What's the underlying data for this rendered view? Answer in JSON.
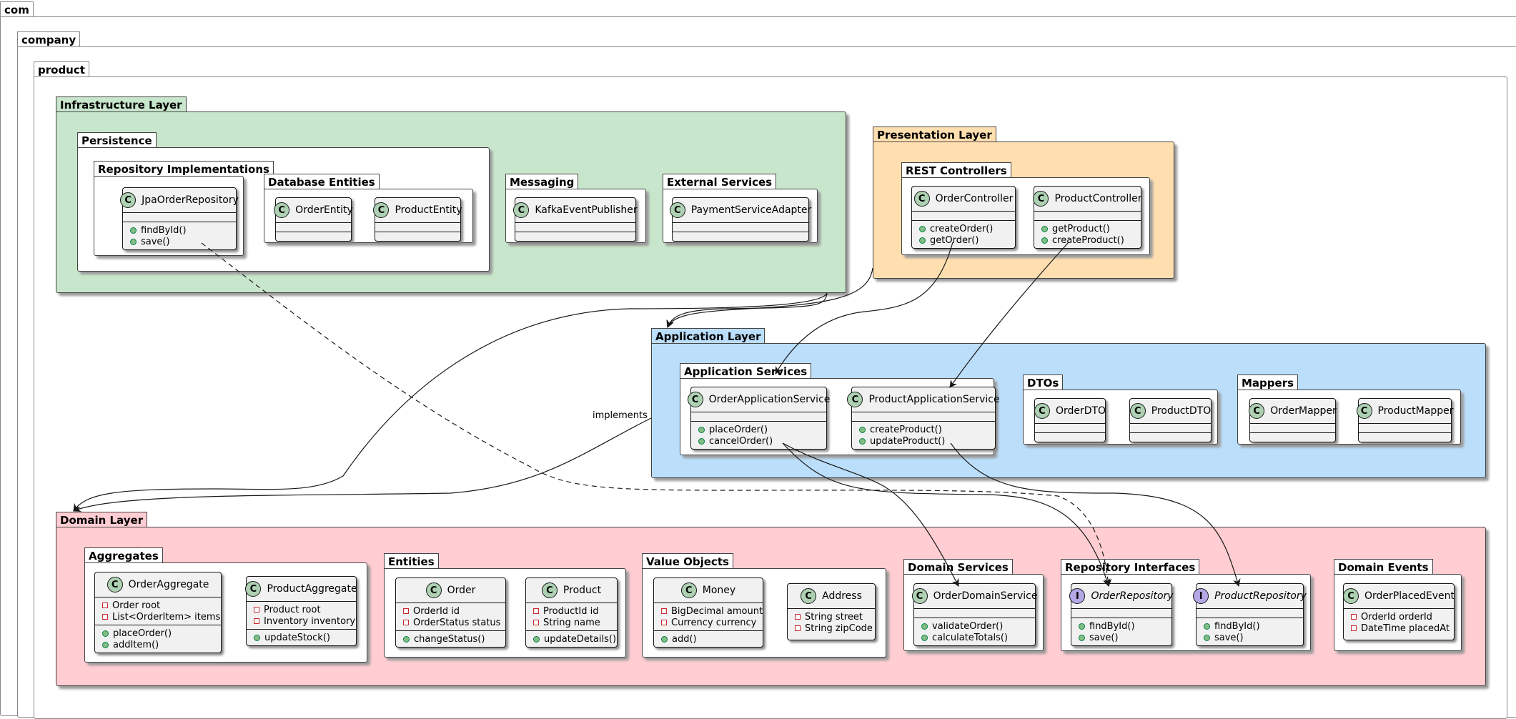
{
  "packages": {
    "com": "com",
    "company": "company",
    "product": "product",
    "infrastructure": "Infrastructure Layer",
    "persistence": "Persistence",
    "repo_impls": "Repository Implementations",
    "db_entities": "Database Entities",
    "messaging": "Messaging",
    "external_services": "External Services",
    "presentation": "Presentation Layer",
    "rest_controllers": "REST Controllers",
    "application": "Application Layer",
    "app_services": "Application Services",
    "dtos": "DTOs",
    "mappers": "Mappers",
    "domain": "Domain Layer",
    "aggregates": "Aggregates",
    "entities": "Entities",
    "value_objects": "Value Objects",
    "domain_services": "Domain Services",
    "repo_interfaces": "Repository Interfaces",
    "domain_events": "Domain Events"
  },
  "classes": {
    "jpa_order_repository": {
      "name": "JpaOrderRepository",
      "type": "C",
      "fields": [],
      "methods": [
        "findById()",
        "save()"
      ]
    },
    "order_entity": {
      "name": "OrderEntity",
      "type": "C",
      "fields": [],
      "methods": []
    },
    "product_entity": {
      "name": "ProductEntity",
      "type": "C",
      "fields": [],
      "methods": []
    },
    "kafka_event_publisher": {
      "name": "KafkaEventPublisher",
      "type": "C",
      "fields": [],
      "methods": []
    },
    "payment_service_adapter": {
      "name": "PaymentServiceAdapter",
      "type": "C",
      "fields": [],
      "methods": []
    },
    "order_controller": {
      "name": "OrderController",
      "type": "C",
      "fields": [],
      "methods": [
        "createOrder()",
        "getOrder()"
      ]
    },
    "product_controller": {
      "name": "ProductController",
      "type": "C",
      "fields": [],
      "methods": [
        "getProduct()",
        "createProduct()"
      ]
    },
    "order_application_service": {
      "name": "OrderApplicationService",
      "type": "C",
      "fields": [],
      "methods": [
        "placeOrder()",
        "cancelOrder()"
      ]
    },
    "product_application_service": {
      "name": "ProductApplicationService",
      "type": "C",
      "fields": [],
      "methods": [
        "createProduct()",
        "updateProduct()"
      ]
    },
    "order_dto": {
      "name": "OrderDTO",
      "type": "C",
      "fields": [],
      "methods": []
    },
    "product_dto": {
      "name": "ProductDTO",
      "type": "C",
      "fields": [],
      "methods": []
    },
    "order_mapper": {
      "name": "OrderMapper",
      "type": "C",
      "fields": [],
      "methods": []
    },
    "product_mapper": {
      "name": "ProductMapper",
      "type": "C",
      "fields": [],
      "methods": []
    },
    "order_aggregate": {
      "name": "OrderAggregate",
      "type": "C",
      "fields": [
        "Order root",
        "List<OrderItem> items"
      ],
      "methods": [
        "placeOrder()",
        "addItem()"
      ]
    },
    "product_aggregate": {
      "name": "ProductAggregate",
      "type": "C",
      "fields": [
        "Product root",
        "Inventory inventory"
      ],
      "methods": [
        "updateStock()"
      ]
    },
    "order": {
      "name": "Order",
      "type": "C",
      "fields": [
        "OrderId id",
        "OrderStatus status"
      ],
      "methods": [
        "changeStatus()"
      ]
    },
    "product": {
      "name": "Product",
      "type": "C",
      "fields": [
        "ProductId id",
        "String name"
      ],
      "methods": [
        "updateDetails()"
      ]
    },
    "money": {
      "name": "Money",
      "type": "C",
      "fields": [
        "BigDecimal amount",
        "Currency currency"
      ],
      "methods": [
        "add()"
      ]
    },
    "address": {
      "name": "Address",
      "type": "C",
      "fields": [
        "String street",
        "String zipCode"
      ],
      "methods": null
    },
    "order_domain_service": {
      "name": "OrderDomainService",
      "type": "C",
      "fields": [],
      "methods": [
        "validateOrder()",
        "calculateTotals()"
      ]
    },
    "order_repository": {
      "name": "OrderRepository",
      "type": "I",
      "fields": [],
      "methods": [
        "findById()",
        "save()"
      ]
    },
    "product_repository": {
      "name": "ProductRepository",
      "type": "I",
      "fields": [],
      "methods": [
        "findById()",
        "save()"
      ]
    },
    "order_placed_event": {
      "name": "OrderPlacedEvent",
      "type": "C",
      "fields": [
        "OrderId orderId",
        "DateTime placedAt"
      ],
      "methods": null
    }
  },
  "edge_labels": {
    "implements": "implements"
  },
  "colors": {
    "infrastructure": "#c8e6cb",
    "presentation": "#ffdfb0",
    "application": "#bbdefb",
    "domain": "#ffcdd2",
    "class_badge": "#add1b2",
    "interface_badge": "#b4a7e5"
  },
  "icons": {
    "class": "class-badge-icon",
    "interface": "interface-badge-icon"
  }
}
